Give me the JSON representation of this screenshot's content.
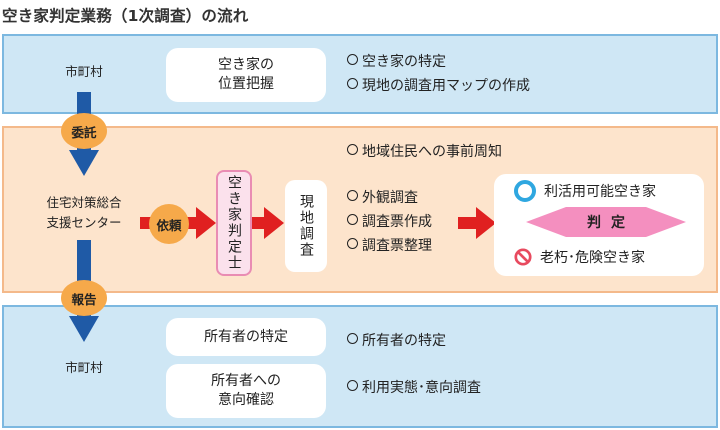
{
  "title": "空き家判定業務（1次調査）の流れ",
  "colors": {
    "band_blue": "#cfe7f5",
    "band_orange": "#fde4cc",
    "arrow_blue": "#1f5aa6",
    "arrow_red": "#e02020",
    "circle_orange": "#f6a94a",
    "pink": "#f48fbf",
    "ok_ring": "#2fa7e0",
    "ng_red": "#e84a5f"
  },
  "top": {
    "actor": "市町村",
    "box": "空き家の\n位置把握",
    "items": [
      "空き家の特定",
      "現地の調査用マップの作成"
    ]
  },
  "middle": {
    "delegate_label": "委託",
    "actor": "住宅対策総合\n支援センター",
    "request_label": "依頼",
    "inspector": "空き家判定士",
    "survey": "現地調査",
    "notice_item": "地域住民への事前周知",
    "items": [
      "外観調査",
      "調査票作成",
      "調査票整理"
    ],
    "results": {
      "ok": "利活用可能空き家",
      "judge": "判定",
      "ng": "老朽･危険空き家",
      "ok_icon": "circle-ring-icon",
      "ng_icon": "prohibited-icon"
    }
  },
  "bottom": {
    "report_label": "報告",
    "actor": "市町村",
    "boxes": [
      "所有者の特定",
      "所有者への\n意向確認"
    ],
    "items": [
      "所有者の特定",
      "利用実態･意向調査"
    ]
  }
}
